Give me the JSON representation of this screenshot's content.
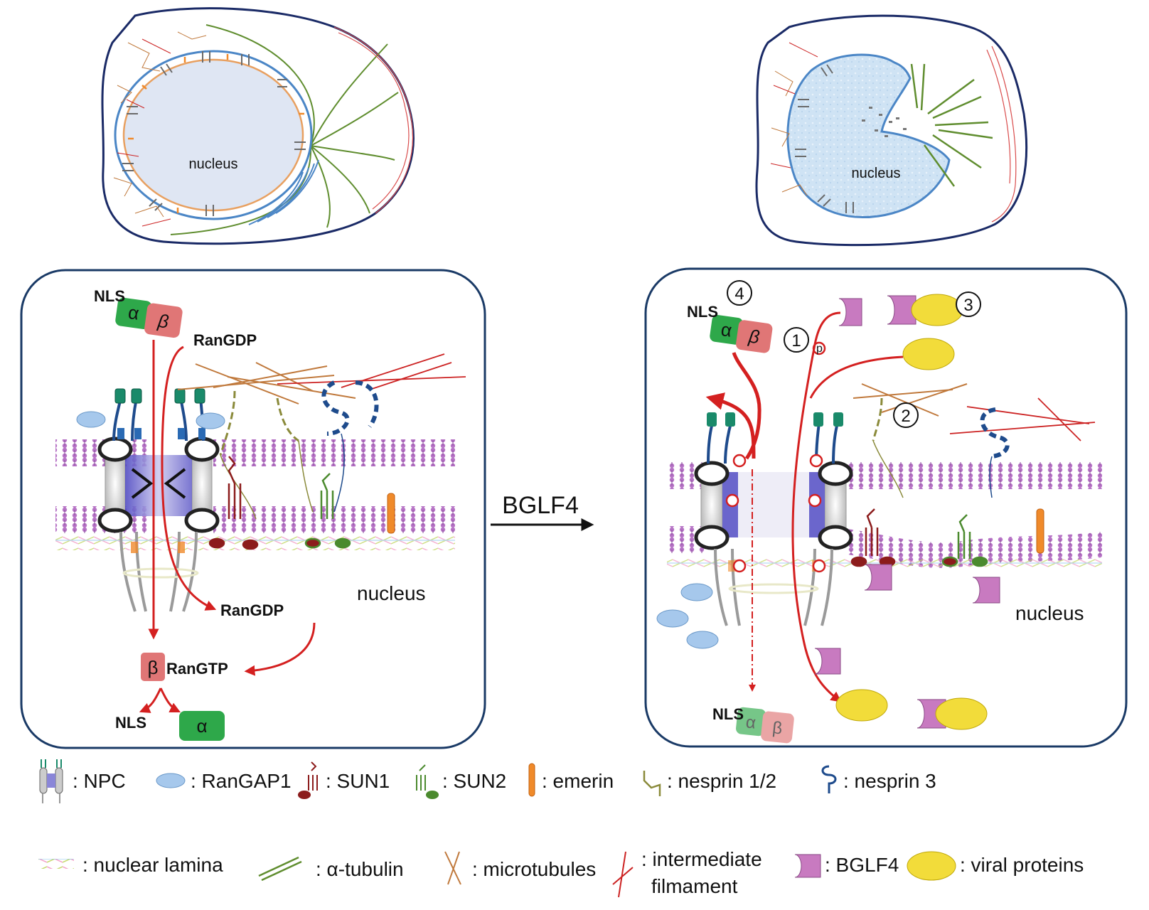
{
  "colors": {
    "membrane": "#a45fb4",
    "npc_ring": "#333333",
    "pore": "#5a55c8",
    "arrow": "#d42020",
    "ranGAP1": "#a6c8ec",
    "alpha": "#2ea84a",
    "beta": "#e07676",
    "bglf4": "#c87ac0",
    "viral": "#f2dc3a",
    "tubulin": "#5f8d2e",
    "microtubule": "#c0793c",
    "intermediate": "#cc2222",
    "nesprin3": "#1e4b8c",
    "nesprin12": "#8a8a3a",
    "sun1": "#8c1c1c",
    "sun2": "#4b8a2e",
    "emerin": "#f08a2a",
    "frame": "#1a3a66"
  },
  "top_cells": {
    "left": {
      "nucleus_label": "nucleus"
    },
    "right": {
      "nucleus_label": "nucleus"
    }
  },
  "left_panel": {
    "nls_label": "NLS",
    "alpha": "α",
    "beta": "β",
    "rangdp_top": "RanGDP",
    "rangdp_mid": "RanGDP",
    "rangtp_beta": "β",
    "rangtp": "RanGTP",
    "nls_bottom": "NLS",
    "alpha_bottom": "α",
    "nucleus_label": "nucleus"
  },
  "arrow": {
    "label": "BGLF4"
  },
  "right_panel": {
    "nls_label": "NLS",
    "alpha": "α",
    "beta": "β",
    "step1": "1",
    "step2": "2",
    "step3": "3",
    "step4": "4",
    "p": "p",
    "nls_bottom": "NLS",
    "alpha_bottom": "α",
    "beta_bottom": "β",
    "nucleus_label": "nucleus"
  },
  "legend": {
    "row1": [
      {
        "icon": "npc-icon",
        "label": ": NPC"
      },
      {
        "icon": "rangap1-icon",
        "label": ": RanGAP1"
      },
      {
        "icon": "sun1-icon",
        "label": ": SUN1"
      },
      {
        "icon": "sun2-icon",
        "label": ": SUN2"
      },
      {
        "icon": "emerin-icon",
        "label": ": emerin"
      },
      {
        "icon": "nesprin12-icon",
        "label": ": nesprin 1/2"
      },
      {
        "icon": "nesprin3-icon",
        "label": ": nesprin 3"
      }
    ],
    "row2": [
      {
        "icon": "nuclear-lamina-icon",
        "label": ": nuclear lamina"
      },
      {
        "icon": "alpha-tubulin-icon",
        "label": ": α-tubulin"
      },
      {
        "icon": "microtubules-icon",
        "label": ": microtubules"
      },
      {
        "icon": "intermediate-filament-icon",
        "label": ": intermediate",
        "label2": "filmament"
      },
      {
        "icon": "bglf4-icon",
        "label": ": BGLF4"
      },
      {
        "icon": "viral-proteins-icon",
        "label": ": viral proteins"
      }
    ]
  }
}
